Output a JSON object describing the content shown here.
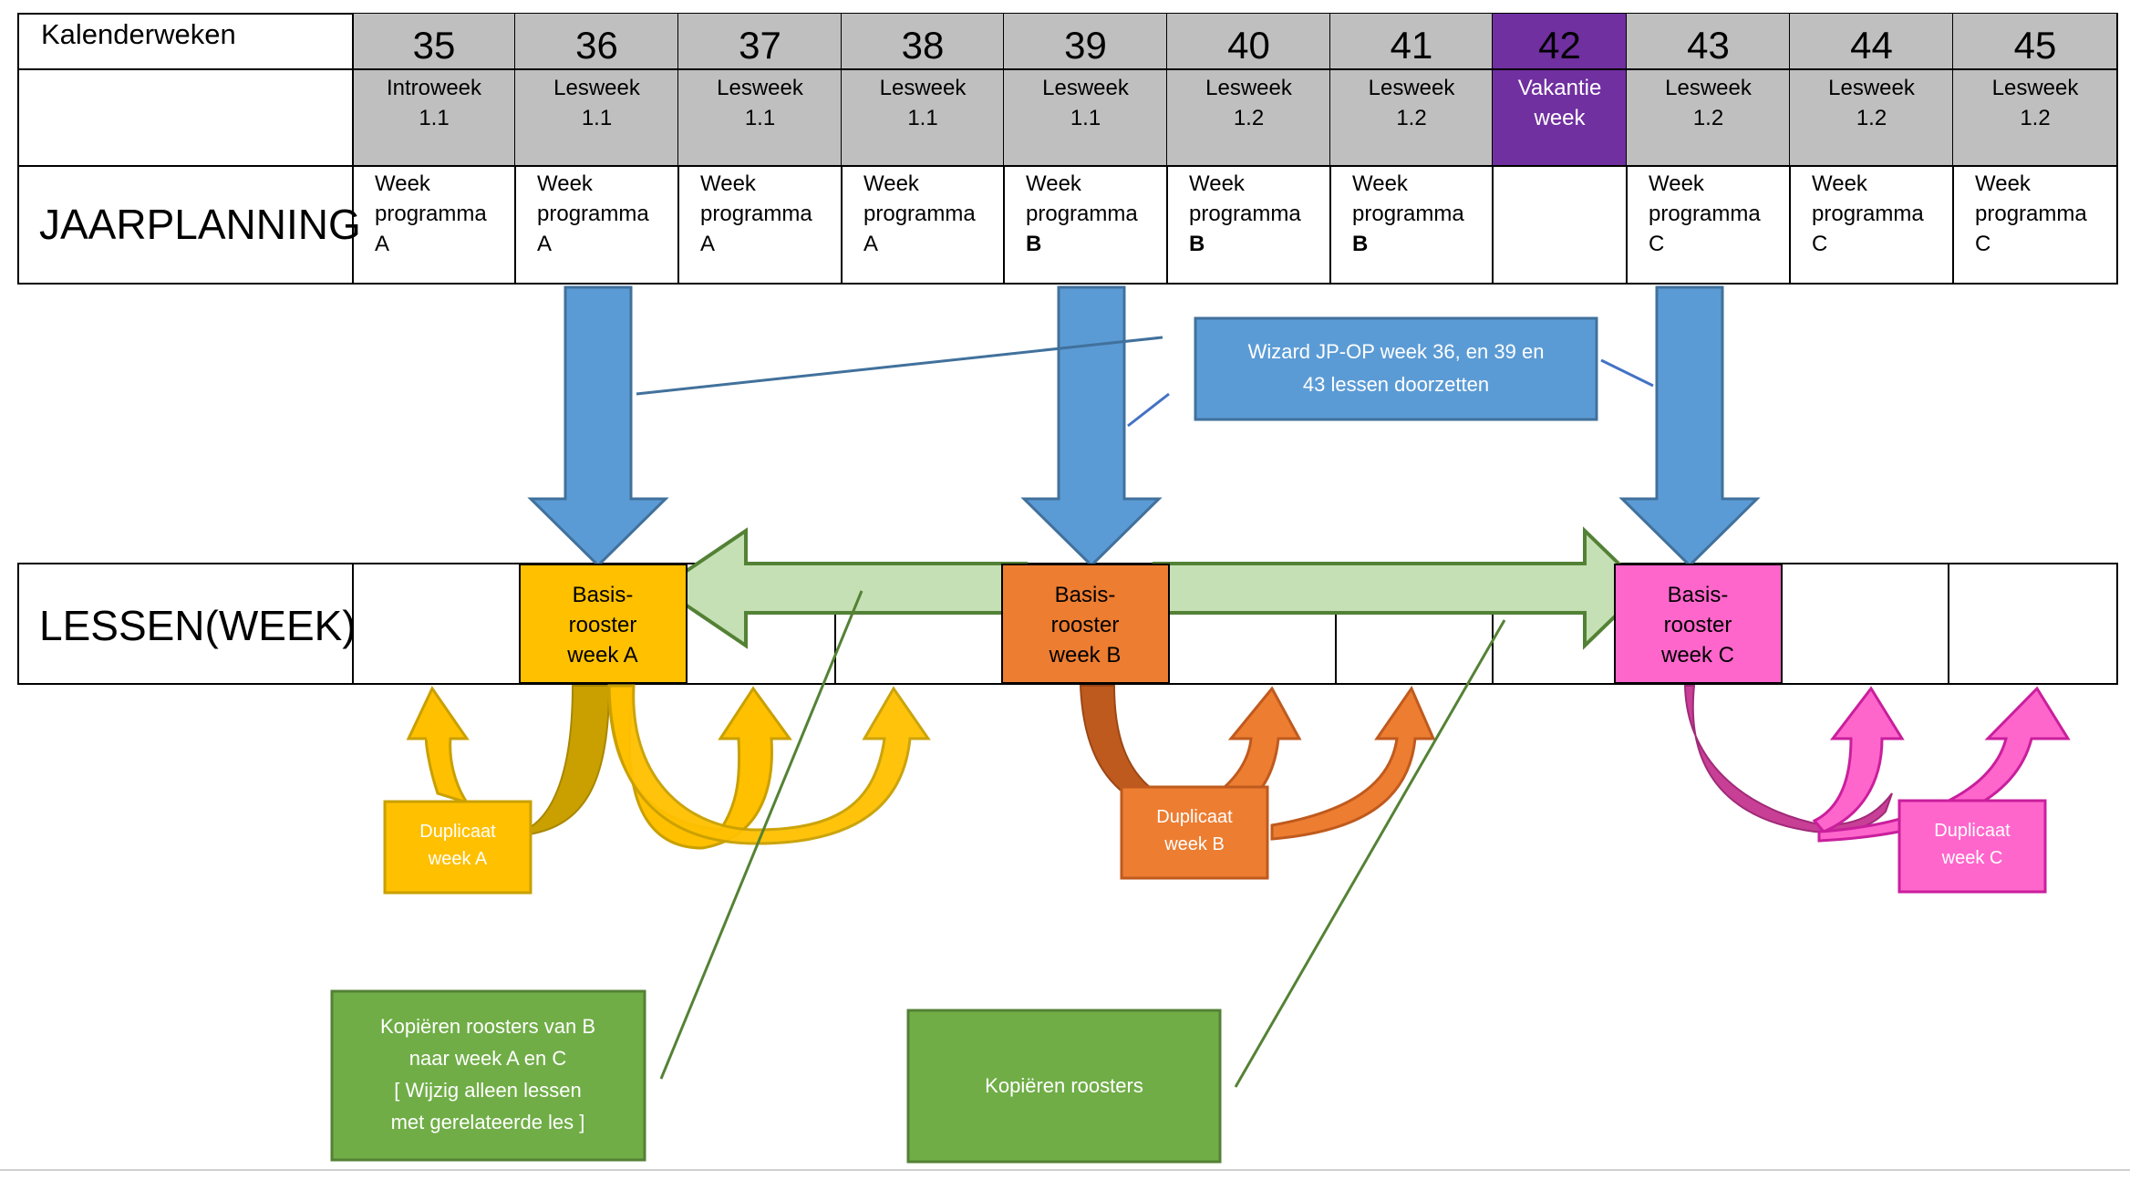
{
  "header": {
    "corner_label": "Kalenderweken",
    "planning_label": "JAARPLANNING",
    "lessons_label": "LESSEN(WEEK)"
  },
  "weeks": [
    {
      "num": "35",
      "type": [
        "Introweek",
        "1.1"
      ],
      "program": [
        "Week",
        "programma",
        "A"
      ],
      "bold_last": false,
      "vacation": false
    },
    {
      "num": "36",
      "type": [
        "Lesweek",
        "1.1"
      ],
      "program": [
        "Week",
        "programma",
        "A"
      ],
      "bold_last": false,
      "vacation": false
    },
    {
      "num": "37",
      "type": [
        "Lesweek",
        "1.1"
      ],
      "program": [
        "Week",
        "programma",
        "A"
      ],
      "bold_last": false,
      "vacation": false
    },
    {
      "num": "38",
      "type": [
        "Lesweek",
        "1.1"
      ],
      "program": [
        "Week",
        "programma",
        "A"
      ],
      "bold_last": false,
      "vacation": false
    },
    {
      "num": "39",
      "type": [
        "Lesweek",
        "1.1"
      ],
      "program": [
        "Week",
        "programma",
        "B"
      ],
      "bold_last": true,
      "vacation": false
    },
    {
      "num": "40",
      "type": [
        "Lesweek",
        "1.2"
      ],
      "program": [
        "Week",
        "programma",
        "B"
      ],
      "bold_last": true,
      "vacation": false
    },
    {
      "num": "41",
      "type": [
        "Lesweek",
        "1.2"
      ],
      "program": [
        "Week",
        "programma",
        "B"
      ],
      "bold_last": true,
      "vacation": false
    },
    {
      "num": "42",
      "type": [
        "Vakantie",
        "week"
      ],
      "program": [],
      "bold_last": false,
      "vacation": true
    },
    {
      "num": "43",
      "type": [
        "Lesweek",
        "1.2"
      ],
      "program": [
        "Week",
        "programma",
        "C"
      ],
      "bold_last": false,
      "vacation": false
    },
    {
      "num": "44",
      "type": [
        "Lesweek",
        "1.2"
      ],
      "program": [
        "Week",
        "programma",
        "C"
      ],
      "bold_last": false,
      "vacation": false
    },
    {
      "num": "45",
      "type": [
        "Lesweek",
        "1.2"
      ],
      "program": [
        "Week",
        "programma",
        "C"
      ],
      "bold_last": false,
      "vacation": false
    }
  ],
  "basis": [
    {
      "lines": [
        "Basis-",
        "rooster",
        "week A"
      ],
      "color": "#FFC000"
    },
    {
      "lines": [
        "Basis-",
        "rooster",
        "week B"
      ],
      "color": "#ED7D31"
    },
    {
      "lines": [
        "Basis-",
        "rooster",
        "week C"
      ],
      "color": "#FF66CC"
    }
  ],
  "duplicates": [
    {
      "lines": [
        "Duplicaat",
        "week A"
      ],
      "color": "#FFC000",
      "stroke": "#C9A000"
    },
    {
      "lines": [
        "Duplicaat",
        "week B"
      ],
      "color": "#ED7D31",
      "stroke": "#BF5A1E"
    },
    {
      "lines": [
        "Duplicaat",
        "week C"
      ],
      "color": "#FF66CC",
      "stroke": "#C91F9C"
    }
  ],
  "callouts": {
    "wizard": [
      "Wizard JP-OP week 36,  en 39 en",
      "43 lessen  doorzetten"
    ],
    "copy_bc": [
      "Kopiëren roosters van B",
      "naar week A en C",
      "[ Wijzig alleen lessen",
      "met gerelateerde  les ]"
    ],
    "copy": [
      "Kopiëren  roosters"
    ]
  },
  "colors": {
    "header_gray": "#BFBFBF",
    "vacation_purple": "#7030A0",
    "blue_arrow": "#5B9BD5",
    "blue_stroke": "#41719C",
    "green_arrow": "#C5E0B4",
    "green_stroke": "#538135",
    "green_box": "#70AD47",
    "line_green": "#548235",
    "line_blue": "#4472C4"
  }
}
